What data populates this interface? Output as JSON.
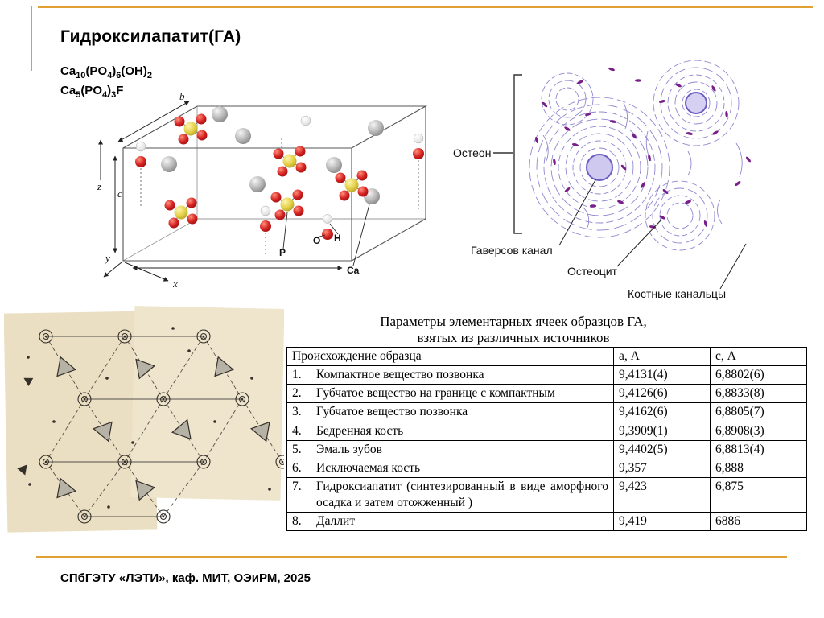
{
  "slide": {
    "title": "Гидроксилапатит(ГА)",
    "footer": "СПбГЭТУ «ЛЭТИ», каф. МИТ, ОЭиРМ, 2025",
    "accent_color": "#E0A032"
  },
  "formulas": [
    {
      "segments": [
        "Ca",
        "10",
        "(PO",
        "4",
        ")",
        "6",
        "(OH)",
        "2"
      ]
    },
    {
      "segments": [
        "Ca",
        "5",
        "(PO",
        "4",
        ")",
        "3",
        "F"
      ]
    }
  ],
  "crystal": {
    "labels": {
      "b": "b",
      "z": "z",
      "c": "c",
      "y": "y",
      "x": "x",
      "ca": "Ca",
      "p": "P",
      "o": "O",
      "h": "H"
    },
    "colors": {
      "calcium": "#b5b5b5",
      "oxygen": "#d42121",
      "phosphorus": "#e3cf45",
      "hydrogen": "#f2f2f2"
    }
  },
  "osteon": {
    "labels": {
      "osteon": "Остеон",
      "haversian_canal": "Гаверсов канал",
      "osteocyte": "Остеоцит",
      "bone_canaliculi": "Костные канальцы"
    },
    "colors": {
      "fiber": "#9088d0",
      "osteocyte_marks": "#7a1f8a",
      "canal_fill": "#cfc8ef"
    }
  },
  "table": {
    "caption_line1": "Параметры элементарных ячеек образцов ГА,",
    "caption_line2": "взятых из различных источников",
    "headers": {
      "origin": "Происхождение образца",
      "a": "а, А",
      "c": "с, А"
    },
    "rows": [
      {
        "num": "1.",
        "origin": "Компактное вещество позвонка",
        "a": "9,4131(4)",
        "c": "6,8802(6)"
      },
      {
        "num": "2.",
        "origin": "Губчатое вещество на границе с компактным",
        "a": "9,4126(6)",
        "c": "6,8833(8)"
      },
      {
        "num": "3.",
        "origin": "Губчатое вещество позвонка",
        "a": "9,4162(6)",
        "c": "6,8805(7)"
      },
      {
        "num": "4.",
        "origin": "Бедренная кость",
        "a": "9,3909(1)",
        "c": "6,8908(3)"
      },
      {
        "num": "5.",
        "origin": "Эмаль зубов",
        "a": "9,4402(5)",
        "c": "6,8813(4)"
      },
      {
        "num": "6.",
        "origin": "Исключаемая кость",
        "a": "9,357",
        "c": "6,888"
      },
      {
        "num": "7.",
        "origin": "Гидроксиапатит (синтезированный в виде аморфного осадка и затем отожженный )",
        "a": "9,423",
        "c": "6,875"
      },
      {
        "num": "8.",
        "origin": "Даллит",
        "a": "9,419",
        "c": "6886"
      }
    ]
  }
}
